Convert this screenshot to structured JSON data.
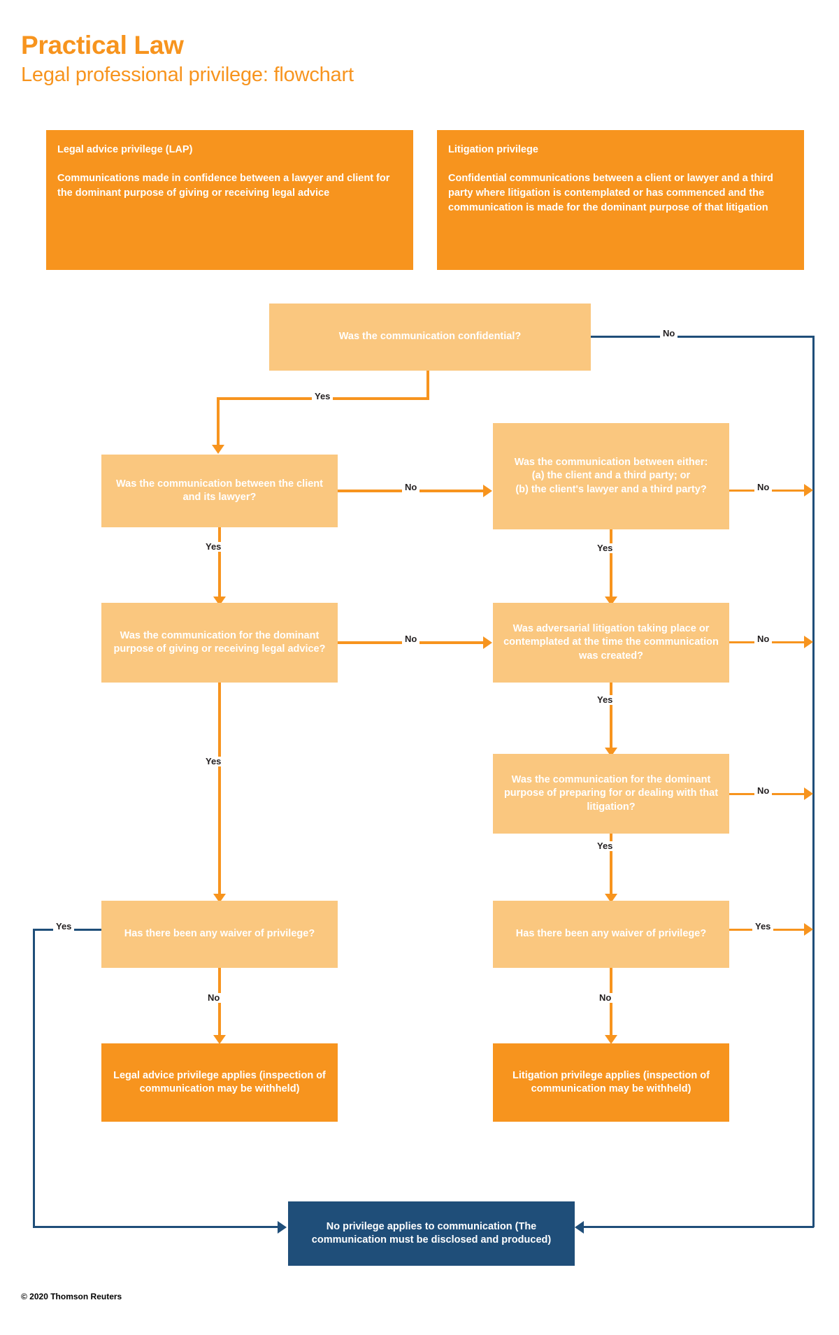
{
  "header": {
    "brand": "Practical Law",
    "subtitle": "Legal professional privilege: flowchart"
  },
  "definitions": [
    {
      "title": "Legal advice privilege (LAP)",
      "body": "Communications made in confidence between a lawyer and client for the dominant purpose of giving or receiving legal advice"
    },
    {
      "title": "Litigation privilege",
      "body": "Confidential communications between a client or lawyer and a third party where litigation is contemplated or has commenced and the communication is made for the dominant purpose of that litigation"
    }
  ],
  "nodes": {
    "confidential": "Was the communication confidential?",
    "lap_client_lawyer": "Was the communication between the client and its lawyer?",
    "lit_third_party": "Was the communication between either:\n(a) the client and a third party; or\n(b) the client's lawyer and a third party?",
    "lap_dominant_purpose": "Was the communication for the dominant purpose of giving or receiving legal advice?",
    "lit_adversarial": "Was adversarial litigation taking place or contemplated at the time the communication was created?",
    "lit_dominant_purpose": "Was the communication for the dominant purpose of preparing for or dealing with that litigation?",
    "lap_waiver": "Has there been any waiver of privilege?",
    "lit_waiver": "Has there been any waiver of privilege?",
    "lap_applies": "Legal advice privilege applies (inspection of communication may be withheld)",
    "lit_applies": "Litigation privilege applies (inspection of communication may be withheld)",
    "no_privilege": "No privilege applies to communication (The communication must be disclosed and produced)"
  },
  "edge_labels": {
    "confidential_no": "No",
    "confidential_yes": "Yes",
    "lap_client_lawyer_no": "No",
    "lap_client_lawyer_yes": "Yes",
    "lit_third_party_no": "No",
    "lit_third_party_yes": "Yes",
    "lap_dominant_no": "No",
    "lap_dominant_yes": "Yes",
    "lit_adversarial_no": "No",
    "lit_adversarial_yes": "Yes",
    "lit_dominant_no": "No",
    "lit_dominant_yes": "Yes",
    "lap_waiver_yes": "Yes",
    "lap_waiver_no": "No",
    "lit_waiver_yes": "Yes",
    "lit_waiver_no": "No"
  },
  "footer": {
    "copyright": "© 2020 Thomson Reuters"
  },
  "colors": {
    "brand_orange": "#f7941e",
    "decision_fill": "#fac77f",
    "terminal_blue": "#1f4e79",
    "text_dark": "#231f20",
    "white": "#ffffff"
  }
}
